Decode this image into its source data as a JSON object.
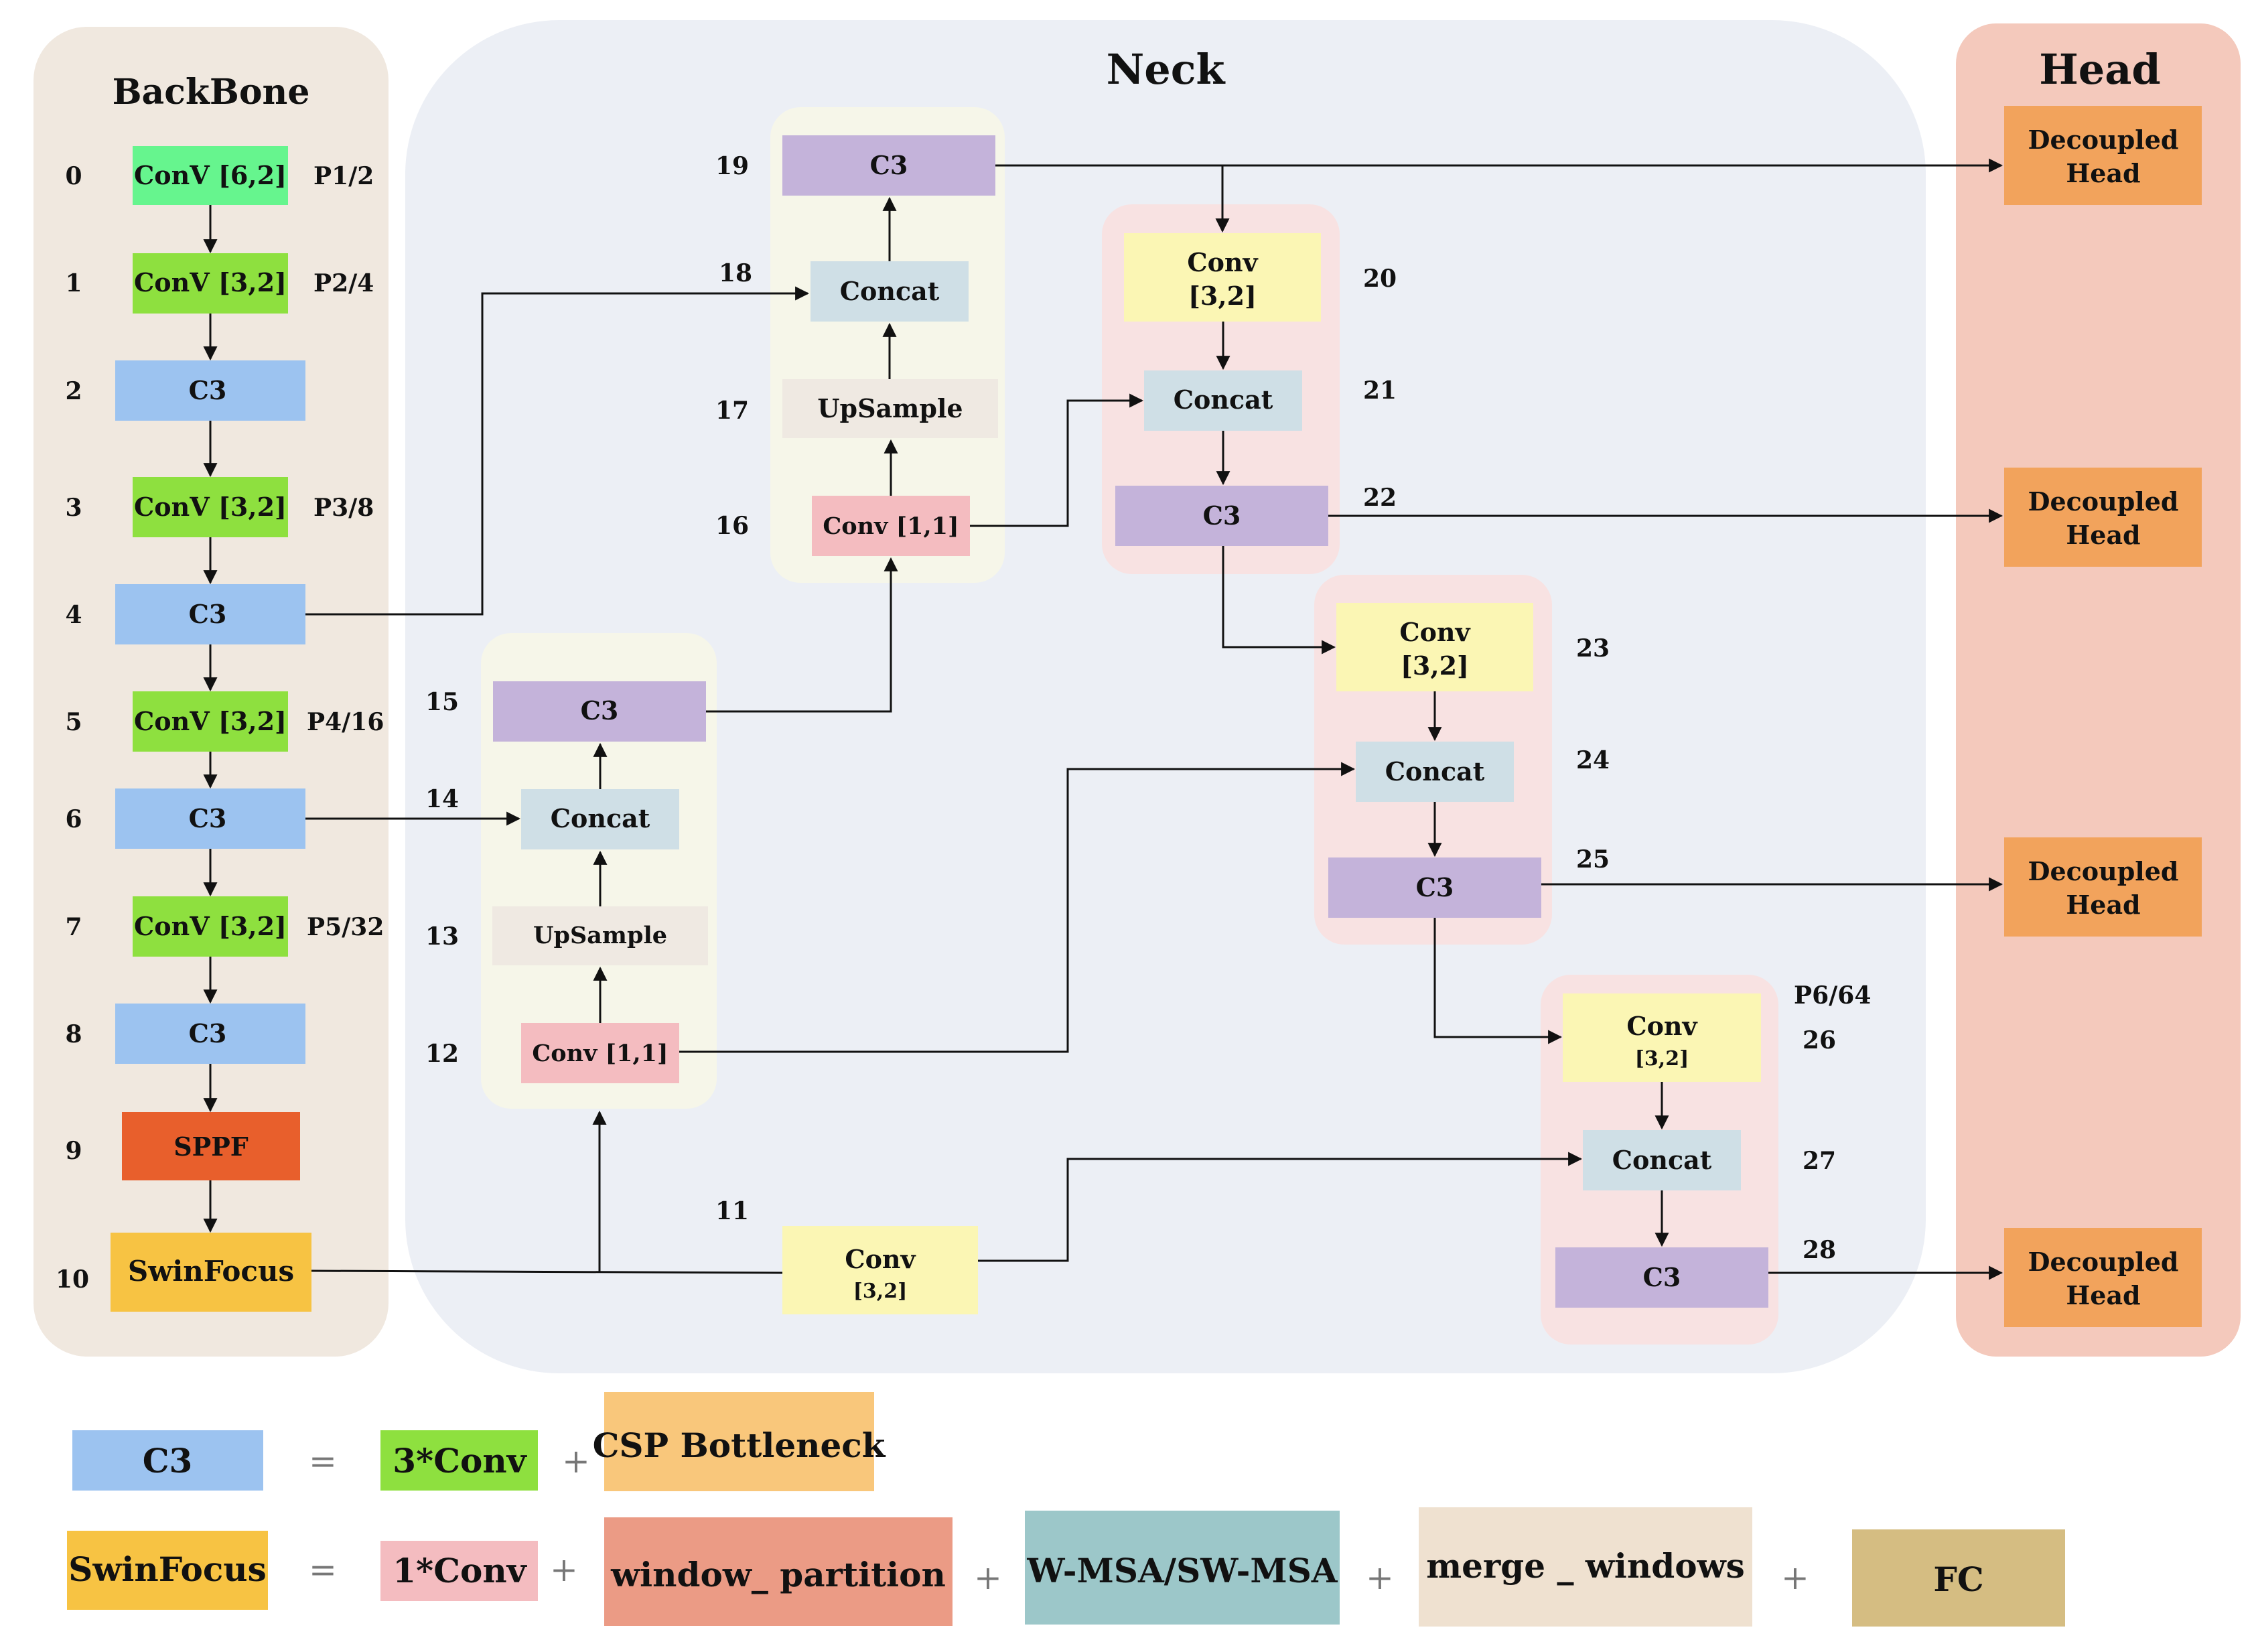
{
  "sections": {
    "backbone": "BackBone",
    "neck": "Neck",
    "head": "Head"
  },
  "colors": {
    "backbone_panel": "#f0e8df",
    "neck_panel": "#eceff5",
    "head_panel": "#f4c9bc",
    "conv_green_light": "#66f58e",
    "conv_green": "#8ee03f",
    "c3_blue": "#9cc3f0",
    "c3_purple": "#c4b3da",
    "sppf": "#e85f2c",
    "swinfocus": "#f7c343",
    "concat": "#cfdfe6",
    "upsample": "#efe9e2",
    "conv11": "#f4bcc0",
    "conv32": "#fbf6b4",
    "decoupled_head": "#f2a35c",
    "group_yellow": "#f6f6e9",
    "group_pink": "#f8e2e2",
    "legend_csp": "#f9c77b",
    "legend_window": "#eb9b85",
    "legend_wmsa": "#9cc7c9",
    "legend_merge": "#efe1d0",
    "legend_fc": "#d5bd82"
  },
  "backbone": [
    {
      "idx": "0",
      "label": "ConV [6,2]",
      "p": "P1/2"
    },
    {
      "idx": "1",
      "label": "ConV [3,2]",
      "p": "P2/4"
    },
    {
      "idx": "2",
      "label": "C3",
      "p": ""
    },
    {
      "idx": "3",
      "label": "ConV [3,2]",
      "p": "P3/8"
    },
    {
      "idx": "4",
      "label": "C3",
      "p": ""
    },
    {
      "idx": "5",
      "label": "ConV [3,2]",
      "p": "P4/16"
    },
    {
      "idx": "6",
      "label": "C3",
      "p": ""
    },
    {
      "idx": "7",
      "label": "ConV [3,2]",
      "p": "P5/32"
    },
    {
      "idx": "8",
      "label": "C3",
      "p": ""
    },
    {
      "idx": "9",
      "label": "SPPF",
      "p": ""
    },
    {
      "idx": "10",
      "label": "SwinFocus",
      "p": ""
    }
  ],
  "neck": {
    "n11": {
      "idx": "11",
      "l1": "Conv",
      "l2": "[3,2]"
    },
    "n12": {
      "idx": "12",
      "label": "Conv [1,1]"
    },
    "n13": {
      "idx": "13",
      "label": "UpSample"
    },
    "n14": {
      "idx": "14",
      "label": "Concat"
    },
    "n15": {
      "idx": "15",
      "label": "C3"
    },
    "n16": {
      "idx": "16",
      "label": "Conv [1,1]"
    },
    "n17": {
      "idx": "17",
      "label": "UpSample"
    },
    "n18": {
      "idx": "18",
      "label": "Concat"
    },
    "n19": {
      "idx": "19",
      "label": "C3"
    },
    "n20": {
      "idx": "20",
      "l1": "Conv",
      "l2": "[3,2]"
    },
    "n21": {
      "idx": "21",
      "label": "Concat"
    },
    "n22": {
      "idx": "22",
      "label": "C3"
    },
    "n23": {
      "idx": "23",
      "l1": "Conv",
      "l2": "[3,2]"
    },
    "n24": {
      "idx": "24",
      "label": "Concat"
    },
    "n25": {
      "idx": "25",
      "label": "C3"
    },
    "n26": {
      "idx": "26",
      "l1": "Conv",
      "l2": "[3,2]",
      "p": "P6/64"
    },
    "n27": {
      "idx": "27",
      "label": "Concat"
    },
    "n28": {
      "idx": "28",
      "label": "C3"
    }
  },
  "heads": [
    {
      "l1": "Decoupled",
      "l2": "Head"
    },
    {
      "l1": "Decoupled",
      "l2": "Head"
    },
    {
      "l1": "Decoupled",
      "l2": "Head"
    },
    {
      "l1": "Decoupled",
      "l2": "Head"
    }
  ],
  "legend": {
    "c3": "C3",
    "eq": "=",
    "plus": "+",
    "conv3": "3*Conv",
    "csp": "CSP Bottleneck",
    "swinfocus": "SwinFocus",
    "conv1": "1*Conv",
    "window_partition": "window_ partition",
    "wmsa": "W-MSA/SW-MSA",
    "merge": "merge _ windows",
    "fc": "FC"
  }
}
